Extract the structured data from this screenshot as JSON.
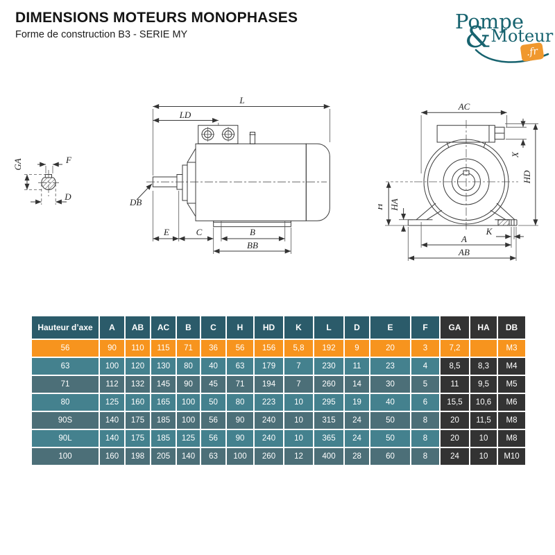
{
  "colors": {
    "header_teal": "#2B5B6A",
    "header_dark": "#333333",
    "row_orange": "#F7941E",
    "row_teal_light": "#44818E",
    "row_teal_dark": "#4C6F78",
    "cell_dark": "#333333",
    "logo_teal": "#17636F",
    "logo_orange": "#F0982E"
  },
  "header": {
    "title": "DIMENSIONS MOTEURS MONOPHASES",
    "subtitle": "Forme de construction B3 - SERIE MY"
  },
  "logo": {
    "pompe": "Pompe",
    "amp": "&",
    "moteur": "Moteur",
    "fr": ".fr"
  },
  "drawing": {
    "shaft": {
      "ga": "GA",
      "f": "F",
      "d": "D"
    },
    "side": {
      "l": "L",
      "ld": "LD",
      "db": "DB",
      "e": "E",
      "c": "C",
      "b": "B",
      "bb": "BB"
    },
    "front": {
      "ac": "AC",
      "x": "X",
      "hd": "HD",
      "h": "H",
      "ha": "HA",
      "k": "K",
      "a": "A",
      "ab": "AB"
    }
  },
  "table": {
    "columns": [
      "Hauteur d’axe",
      "A",
      "AB",
      "AC",
      "B",
      "C",
      "H",
      "HD",
      "K",
      "L",
      "D",
      "E",
      "F",
      "GA",
      "HA",
      "DB"
    ],
    "rows": [
      {
        "highlight": true,
        "values": [
          "56",
          "90",
          "110",
          "115",
          "71",
          "36",
          "56",
          "156",
          "5,8",
          "192",
          "9",
          "20",
          "3",
          "7,2",
          "",
          "M3"
        ]
      },
      {
        "highlight": false,
        "values": [
          "63",
          "100",
          "120",
          "130",
          "80",
          "40",
          "63",
          "179",
          "7",
          "230",
          "11",
          "23",
          "4",
          "8,5",
          "8,3",
          "M4"
        ]
      },
      {
        "highlight": false,
        "values": [
          "71",
          "112",
          "132",
          "145",
          "90",
          "45",
          "71",
          "194",
          "7",
          "260",
          "14",
          "30",
          "5",
          "11",
          "9,5",
          "M5"
        ]
      },
      {
        "highlight": false,
        "values": [
          "80",
          "125",
          "160",
          "165",
          "100",
          "50",
          "80",
          "223",
          "10",
          "295",
          "19",
          "40",
          "6",
          "15,5",
          "10,6",
          "M6"
        ]
      },
      {
        "highlight": false,
        "values": [
          "90S",
          "140",
          "175",
          "185",
          "100",
          "56",
          "90",
          "240",
          "10",
          "315",
          "24",
          "50",
          "8",
          "20",
          "11,5",
          "M8"
        ]
      },
      {
        "highlight": false,
        "values": [
          "90L",
          "140",
          "175",
          "185",
          "125",
          "56",
          "90",
          "240",
          "10",
          "365",
          "24",
          "50",
          "8",
          "20",
          "10",
          "M8"
        ]
      },
      {
        "highlight": false,
        "values": [
          "100",
          "160",
          "198",
          "205",
          "140",
          "63",
          "100",
          "260",
          "12",
          "400",
          "28",
          "60",
          "8",
          "24",
          "10",
          "M10"
        ]
      }
    ]
  }
}
